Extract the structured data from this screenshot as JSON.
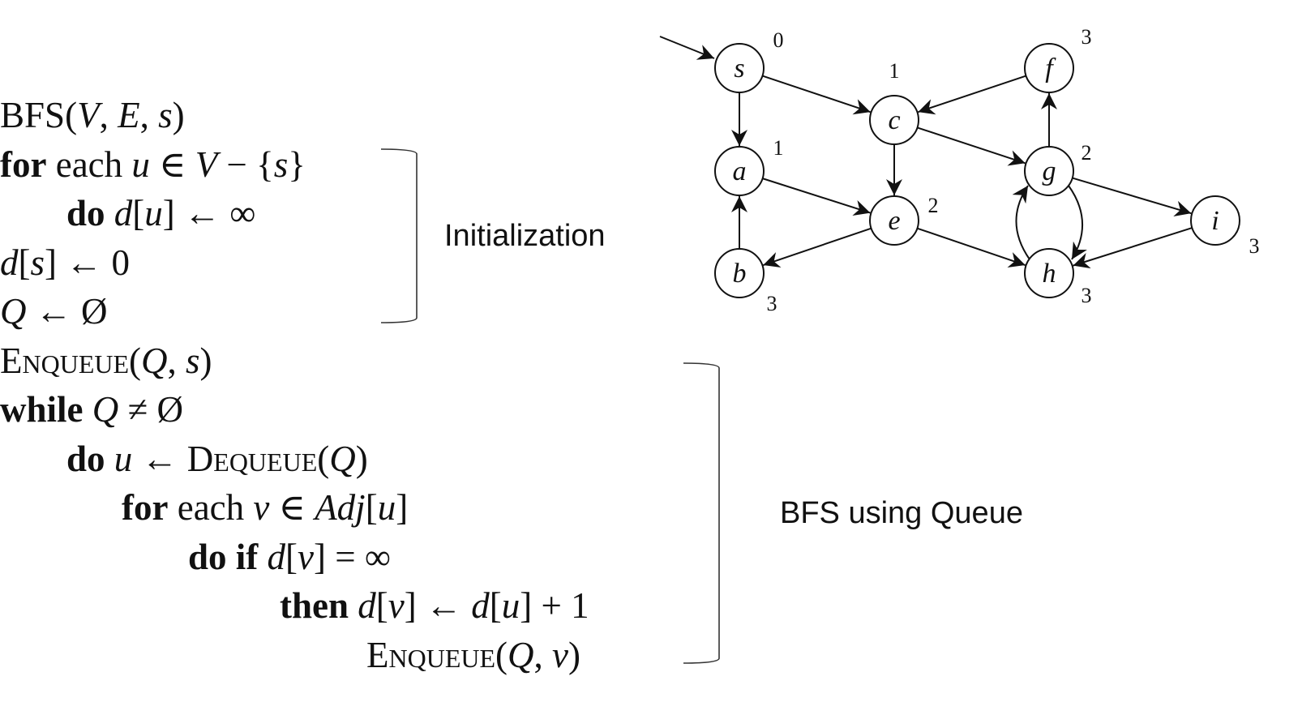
{
  "pseudocode": {
    "header": {
      "fn": "BFS",
      "args_open": "(",
      "V": "V",
      "sep1": ", ",
      "E": "E",
      "sep2": ", ",
      "s": "s",
      "args_close": ")"
    },
    "l1": {
      "kw_for": "for",
      "each": " each ",
      "u": "u",
      "rest1": " ∈ ",
      "V": "V",
      "rest2": " − {",
      "s": "s",
      "rest3": "}"
    },
    "l2": {
      "kw_do": "do",
      "d": " d",
      "open": "[",
      "u": "u",
      "close": "] ← ∞"
    },
    "l3": {
      "d": "d",
      "open": "[",
      "s": "s",
      "close": "] ← 0"
    },
    "l4": {
      "Q": "Q",
      "rest": " ← Ø"
    },
    "l5": {
      "fn": "Enqueue",
      "open": "(",
      "Q": "Q",
      "sep": ", ",
      "s": "s",
      "close": ")"
    },
    "l6": {
      "kw_while": "while",
      "Q": " Q",
      "rest": " ≠ Ø"
    },
    "l7": {
      "kw_do": "do",
      "u": " u",
      "arrow": " ← ",
      "fn": "Dequeue",
      "open": "(",
      "Q": "Q",
      "close": ")"
    },
    "l8": {
      "kw_for": "for",
      "each": " each ",
      "v": "v",
      "rest": " ∈ ",
      "adj": "Adj",
      "open": "[",
      "u": "u",
      "close": "]"
    },
    "l9": {
      "kw_doif": "do if",
      "d": " d",
      "open": "[",
      "v": "v",
      "close": "] = ∞"
    },
    "l10": {
      "kw_then": "then",
      "d1": " d",
      "open1": "[",
      "v": "v",
      "close1": "] ← ",
      "d2": "d",
      "open2": "[",
      "u": "u",
      "close2": "] + 1"
    },
    "l11": {
      "fn": "Enqueue",
      "open": "(",
      "Q": "Q",
      "sep": ", ",
      "v": "v",
      "close": ")"
    }
  },
  "labels": {
    "initialization": "Initialization",
    "bfs_queue": "BFS using Queue"
  },
  "graph": {
    "nodes": [
      {
        "id": "s",
        "label": "s",
        "distance": "0"
      },
      {
        "id": "a",
        "label": "a",
        "distance": "1"
      },
      {
        "id": "b",
        "label": "b",
        "distance": "3"
      },
      {
        "id": "c",
        "label": "c",
        "distance": "1"
      },
      {
        "id": "e",
        "label": "e",
        "distance": "2"
      },
      {
        "id": "f",
        "label": "f",
        "distance": "3"
      },
      {
        "id": "g",
        "label": "g",
        "distance": "2"
      },
      {
        "id": "h",
        "label": "h",
        "distance": "3"
      },
      {
        "id": "i",
        "label": "i",
        "distance": "3"
      }
    ],
    "edges": [
      [
        "s",
        "c"
      ],
      [
        "s",
        "a"
      ],
      [
        "f",
        "c"
      ],
      [
        "c",
        "e"
      ],
      [
        "c",
        "g"
      ],
      [
        "a",
        "e"
      ],
      [
        "b",
        "a"
      ],
      [
        "e",
        "b"
      ],
      [
        "e",
        "h"
      ],
      [
        "g",
        "f"
      ],
      [
        "g",
        "i"
      ],
      [
        "i",
        "h"
      ],
      [
        "g",
        "h"
      ],
      [
        "h",
        "g"
      ]
    ]
  }
}
